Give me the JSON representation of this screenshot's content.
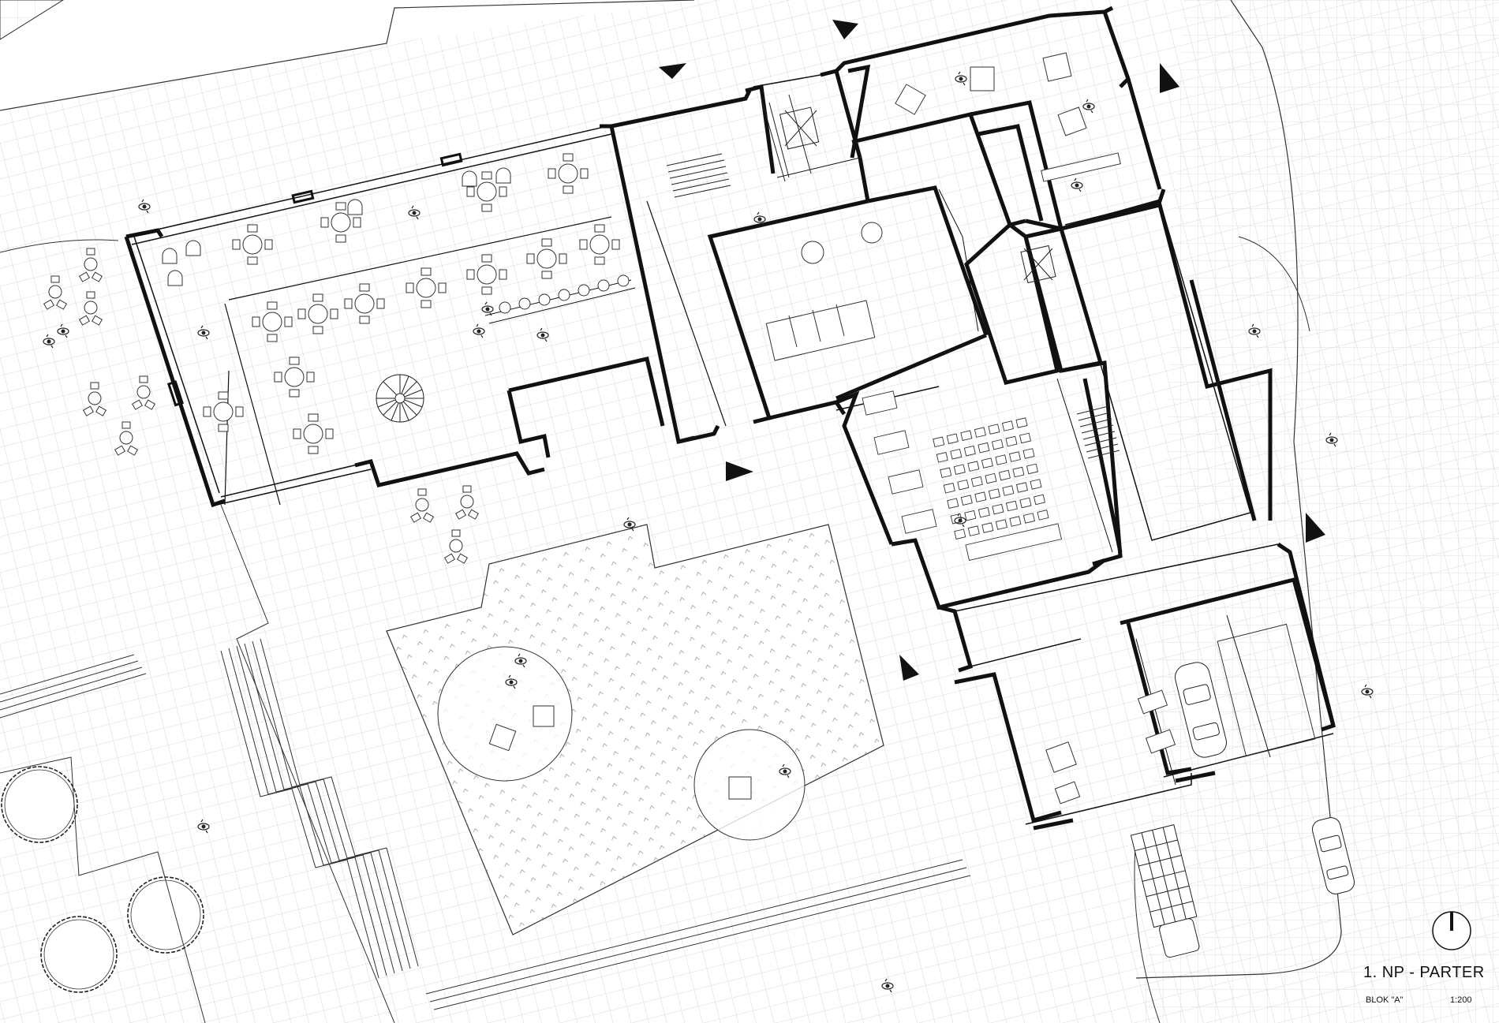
{
  "drawing": {
    "title": "1. NP - PARTER",
    "block": "BLOK \"A\"",
    "scale": "1:200"
  },
  "colors": {
    "background": "#ffffff",
    "paving_grid": "#cfcfcf",
    "wall": "#111111",
    "thin_line": "#444444",
    "lawn_mark": "#9a9a9a"
  },
  "icons": [
    "north-arrow-icon",
    "entrance-arrow-icon",
    "tree-icon",
    "person-icon",
    "car-icon",
    "table-with-chairs-icon",
    "spiral-stair-icon"
  ]
}
